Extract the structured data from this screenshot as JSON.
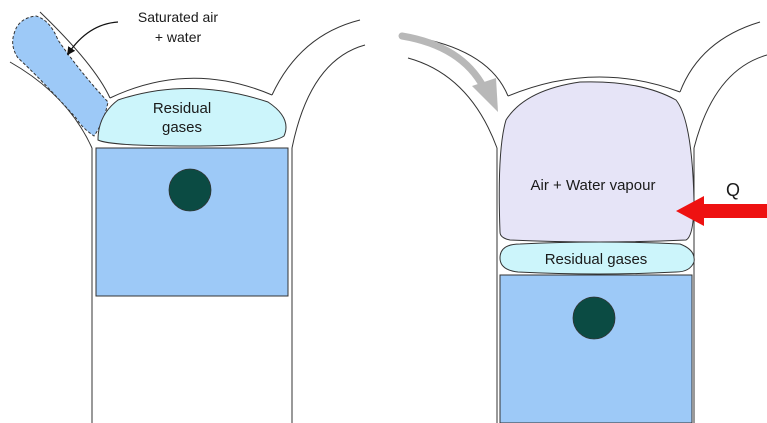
{
  "left_panel": {
    "inlet_label_line1": "Saturated air",
    "inlet_label_line2": "+ water",
    "residual_line1": "Residual",
    "residual_line2": "gases"
  },
  "right_panel": {
    "chamber_label": "Air + Water vapour",
    "residual_label": "Residual gases",
    "heat_label": "Q"
  },
  "colors": {
    "piston": "#9dc9f7",
    "pin": "#0b4b43",
    "residual": "#ccf5fb",
    "air_vapour": "#e6e4f7",
    "heat_arrow": "#ee1111",
    "flow_arrow": "#b8b8b8",
    "outline": "#333333"
  }
}
